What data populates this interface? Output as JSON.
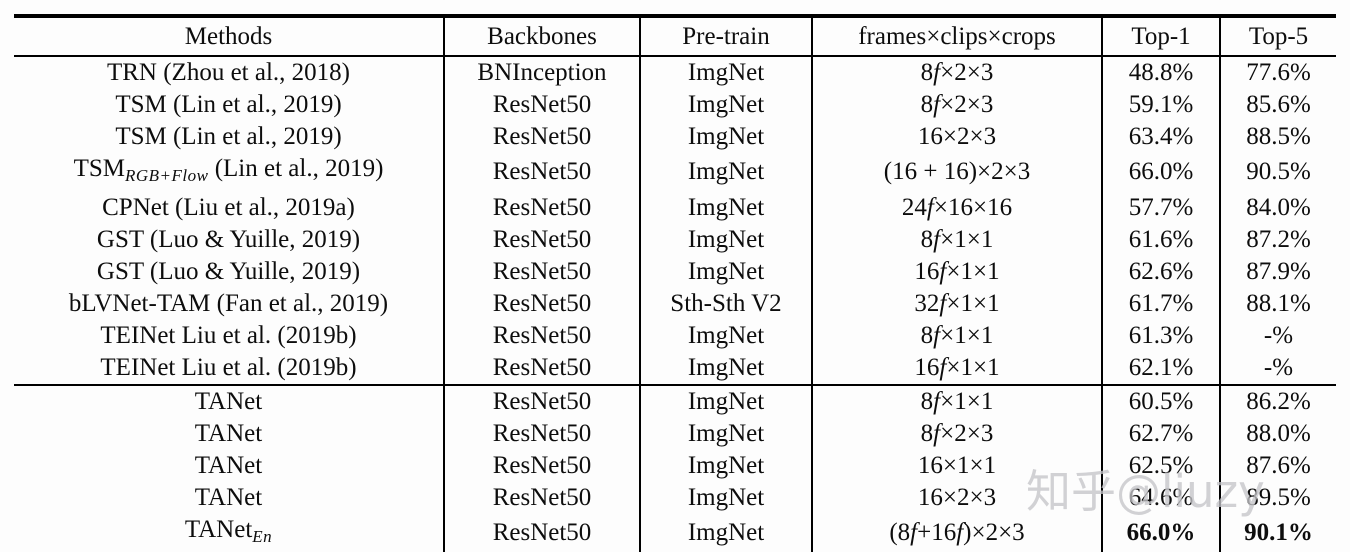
{
  "table": {
    "columns": [
      "Methods",
      "Backbones",
      "Pre-train",
      "frames×clips×crops",
      "Top-1",
      "Top-5"
    ],
    "cell_names": [
      "cell-method",
      "cell-backbone",
      "cell-pretrain",
      "cell-frames",
      "cell-top1",
      "cell-top5"
    ],
    "rows": [
      {
        "cells": [
          "TRN (Zhou et al., 2018)",
          "BNInception",
          "ImgNet",
          [
            [
              "8"
            ],
            [
              "f",
              "i"
            ],
            [
              "×2×3"
            ]
          ],
          "48.8%",
          "77.6%"
        ]
      },
      {
        "cells": [
          "TSM (Lin et al., 2019)",
          "ResNet50",
          "ImgNet",
          [
            [
              "8"
            ],
            [
              "f",
              "i"
            ],
            [
              "×2×3"
            ]
          ],
          "59.1%",
          "85.6%"
        ]
      },
      {
        "cells": [
          "TSM (Lin et al., 2019)",
          "ResNet50",
          "ImgNet",
          "16×2×3",
          "63.4%",
          "88.5%"
        ]
      },
      {
        "cells": [
          [
            [
              "TSM"
            ],
            [
              "RGB+Flow",
              "sub"
            ],
            [
              " (Lin et al., 2019)"
            ]
          ],
          "ResNet50",
          "ImgNet",
          "(16 + 16)×2×3",
          "66.0%",
          "90.5%"
        ]
      },
      {
        "cells": [
          "CPNet (Liu et al., 2019a)",
          "ResNet50",
          "ImgNet",
          [
            [
              "24"
            ],
            [
              "f",
              "i"
            ],
            [
              "×16×16"
            ]
          ],
          "57.7%",
          "84.0%"
        ]
      },
      {
        "cells": [
          "GST (Luo & Yuille, 2019)",
          "ResNet50",
          "ImgNet",
          [
            [
              "8"
            ],
            [
              "f",
              "i"
            ],
            [
              "×1×1"
            ]
          ],
          "61.6%",
          "87.2%"
        ]
      },
      {
        "cells": [
          "GST (Luo & Yuille, 2019)",
          "ResNet50",
          "ImgNet",
          [
            [
              "16"
            ],
            [
              "f",
              "i"
            ],
            [
              "×1×1"
            ]
          ],
          "62.6%",
          "87.9%"
        ]
      },
      {
        "cells": [
          "bLVNet-TAM (Fan et al., 2019)",
          "ResNet50",
          "Sth-Sth V2",
          [
            [
              "32"
            ],
            [
              "f",
              "i"
            ],
            [
              "×1×1"
            ]
          ],
          "61.7%",
          "88.1%"
        ]
      },
      {
        "cells": [
          "TEINet Liu et al. (2019b)",
          "ResNet50",
          "ImgNet",
          [
            [
              "8"
            ],
            [
              "f",
              "i"
            ],
            [
              "×1×1"
            ]
          ],
          "61.3%",
          "-%"
        ]
      },
      {
        "cells": [
          "TEINet Liu et al. (2019b)",
          "ResNet50",
          "ImgNet",
          [
            [
              "16"
            ],
            [
              "f",
              "i"
            ],
            [
              "×1×1"
            ]
          ],
          "62.1%",
          "-%"
        ]
      },
      {
        "divider_before": true,
        "cells": [
          "TANet",
          "ResNet50",
          "ImgNet",
          [
            [
              "8"
            ],
            [
              "f",
              "i"
            ],
            [
              "×1×1"
            ]
          ],
          "60.5%",
          "86.2%"
        ]
      },
      {
        "cells": [
          "TANet",
          "ResNet50",
          "ImgNet",
          [
            [
              "8"
            ],
            [
              "f",
              "i"
            ],
            [
              "×2×3"
            ]
          ],
          "62.7%",
          "88.0%"
        ]
      },
      {
        "cells": [
          "TANet",
          "ResNet50",
          "ImgNet",
          "16×1×1",
          "62.5%",
          "87.6%"
        ]
      },
      {
        "cells": [
          "TANet",
          "ResNet50",
          "ImgNet",
          "16×2×3",
          "64.6%",
          "89.5%"
        ]
      },
      {
        "cells": [
          [
            [
              "TANet"
            ],
            [
              "En",
              "sub"
            ]
          ],
          "ResNet50",
          "ImgNet",
          [
            [
              "(8"
            ],
            [
              "f",
              "i"
            ],
            [
              "+16"
            ],
            [
              "f",
              "i"
            ],
            [
              ")×2×3"
            ]
          ],
          [
            [
              "66.0%",
              "b"
            ]
          ],
          [
            [
              "90.1%",
              "b"
            ]
          ]
        ]
      }
    ]
  },
  "watermark": {
    "text": "知乎@liuzy",
    "color": "#c5c5c9"
  }
}
